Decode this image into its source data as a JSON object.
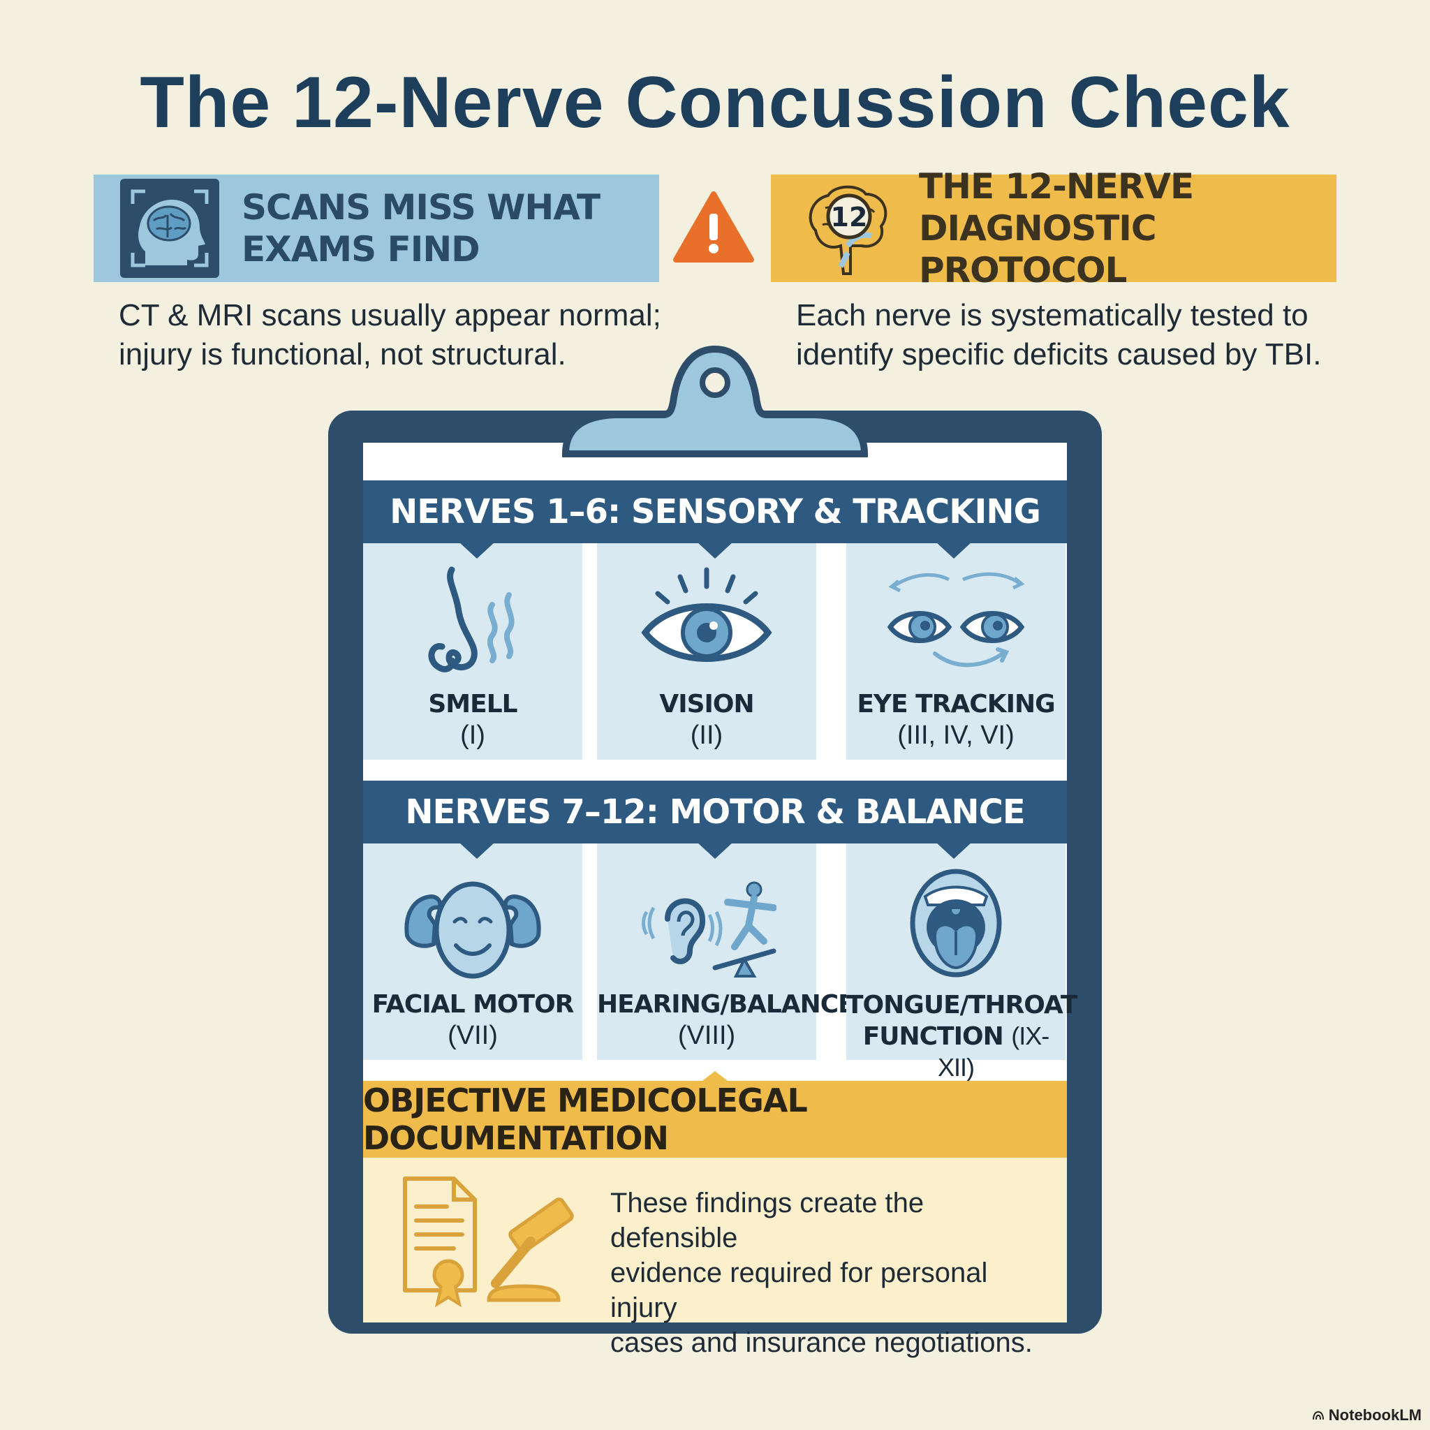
{
  "title": "The 12-Nerve Concussion Check",
  "left_banner": {
    "heading_lines": [
      "SCANS MISS WHAT",
      "EXAMS FIND"
    ],
    "icon": "brain-scan-icon",
    "description_lines": [
      "CT & MRI scans usually appear normal;",
      "injury is functional, not structural."
    ]
  },
  "warning_icon": "warning-icon",
  "right_banner": {
    "badge": "12",
    "heading_lines": [
      "THE 12-NERVE",
      "DIAGNOSTIC PROTOCOL"
    ],
    "icon": "brain-badge-icon",
    "description_lines": [
      "Each nerve is systematically tested to",
      "identify specific deficits caused by TBI."
    ]
  },
  "clipboard": {
    "section1": {
      "title": "NERVES 1–6: SENSORY & TRACKING",
      "cells": [
        {
          "label": "SMELL",
          "numeral": "(I)",
          "icon": "nose-icon"
        },
        {
          "label": "VISION",
          "numeral": "(II)",
          "icon": "eye-icon"
        },
        {
          "label": "EYE TRACKING",
          "numeral": "(III, IV, VI)",
          "icon": "eyes-tracking-icon"
        }
      ]
    },
    "section2": {
      "title": "NERVES 7–12: MOTOR & BALANCE",
      "cells": [
        {
          "label": "FACIAL MOTOR",
          "numeral": "(VII)",
          "icon": "face-muscle-icon"
        },
        {
          "label": "HEARING/BALANCE",
          "numeral": "(VIII)",
          "icon": "ear-balance-icon"
        },
        {
          "label_lines": [
            "TONGUE/THROAT",
            "FUNCTION"
          ],
          "numeral": "(IX-XII)",
          "icon": "mouth-tongue-icon"
        }
      ]
    },
    "objective": {
      "title": "OBJECTIVE MEDICOLEGAL DOCUMENTATION",
      "text_lines": [
        "These findings create the defensible",
        "evidence required for personal injury",
        "cases and insurance negotiations."
      ],
      "icons": [
        "certificate-icon",
        "gavel-icon"
      ]
    }
  },
  "brand": "NotebookLM",
  "colors": {
    "background": "#f4f0df",
    "navy": "#2e4d6b",
    "section_blue": "#2e5980",
    "light_blue": "#9cc7dd",
    "cell_blue": "#d8e9f2",
    "gold": "#efbb4a",
    "cream": "#fbefcc",
    "warning_orange": "#e8702a"
  }
}
